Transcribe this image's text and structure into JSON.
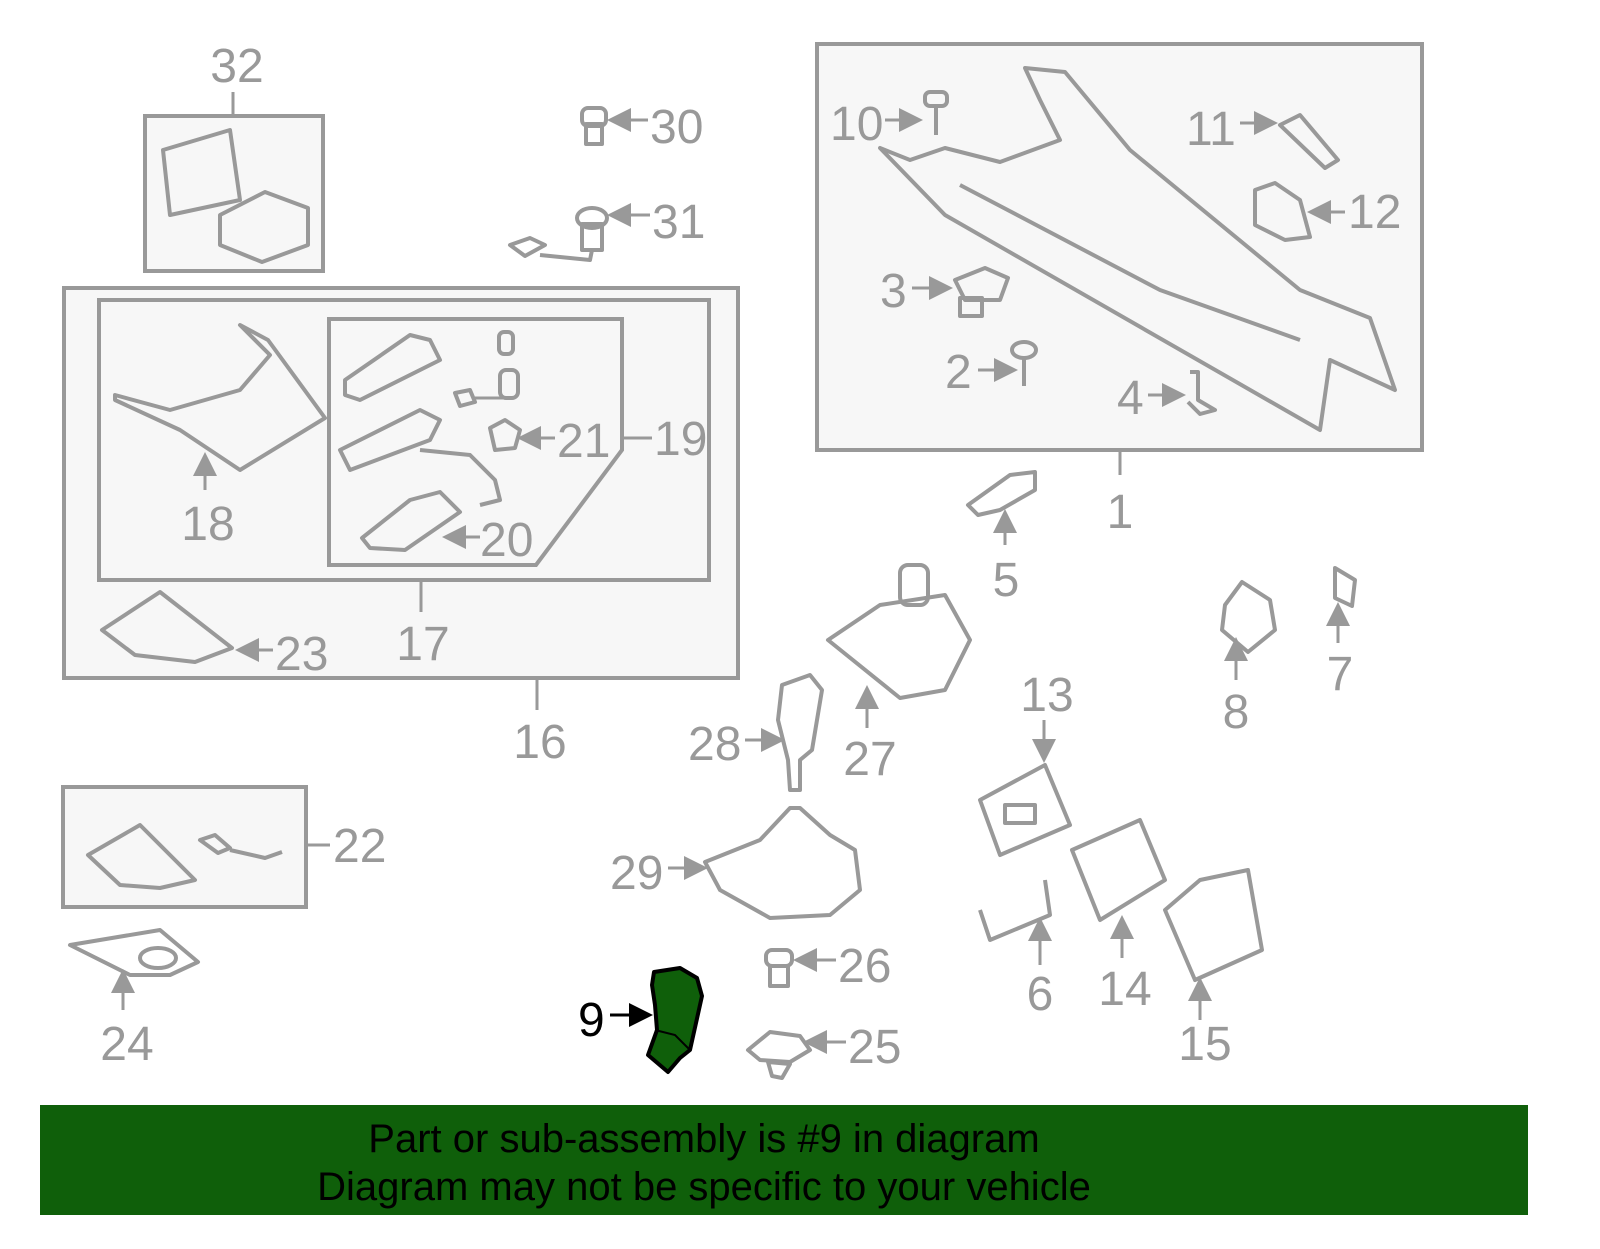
{
  "diagram": {
    "highlighted_part": "9",
    "labels": {
      "p1": "1",
      "p2": "2",
      "p3": "3",
      "p4": "4",
      "p5": "5",
      "p6": "6",
      "p7": "7",
      "p8": "8",
      "p9": "9",
      "p10": "10",
      "p11": "11",
      "p12": "12",
      "p13": "13",
      "p14": "14",
      "p15": "15",
      "p16": "16",
      "p17": "17",
      "p18": "18",
      "p19": "19",
      "p20": "20",
      "p21": "21",
      "p22": "22",
      "p23": "23",
      "p24": "24",
      "p25": "25",
      "p26": "26",
      "p27": "27",
      "p28": "28",
      "p29": "29",
      "p30": "30",
      "p31": "31",
      "p32": "32"
    },
    "colors": {
      "line": "#999999",
      "highlight": "#0f5f0a",
      "box_fill": "#f7f7f7"
    }
  },
  "banner": {
    "line1": "Part or sub-assembly is #9 in diagram",
    "line2": "Diagram may not be specific to your vehicle"
  }
}
